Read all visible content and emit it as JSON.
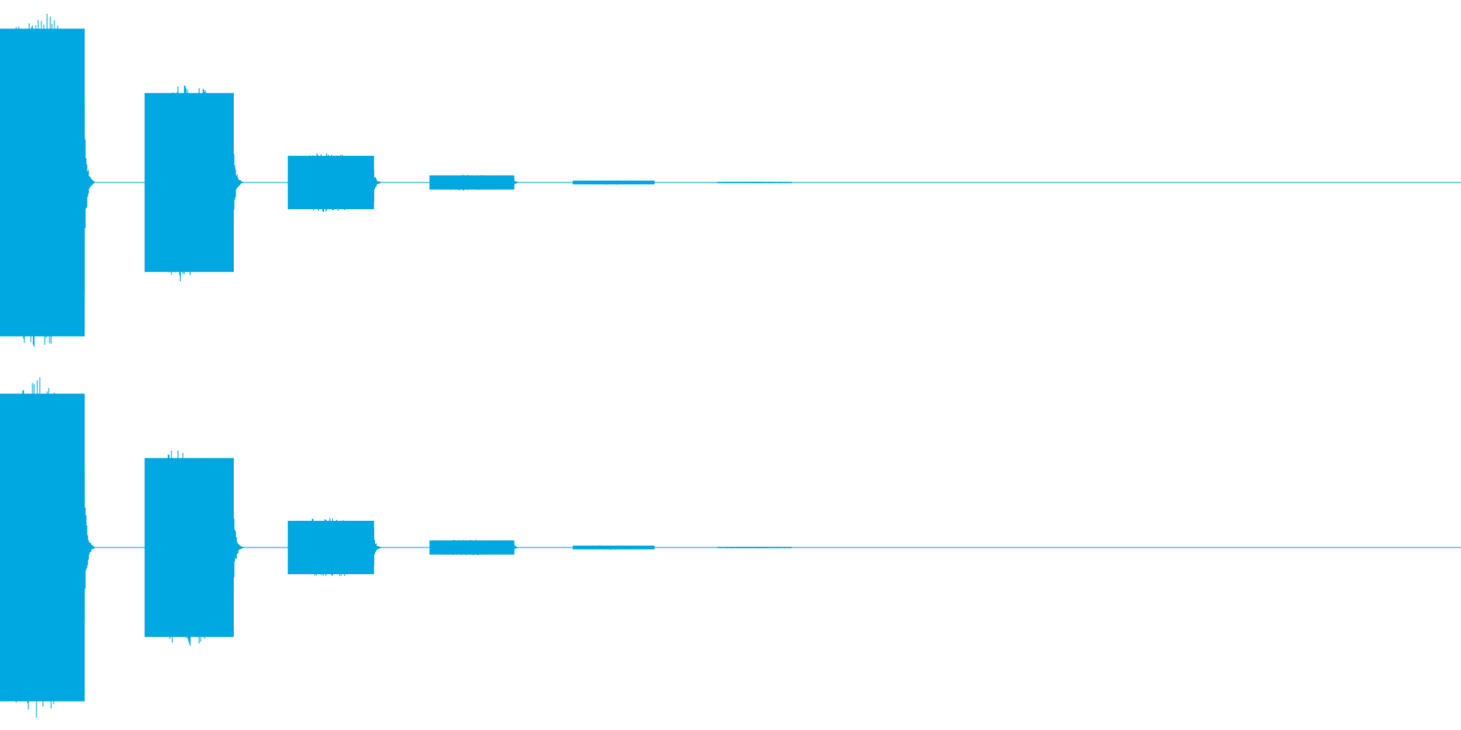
{
  "waveform": {
    "color": "#00a8e1",
    "background": "#ffffff",
    "channels": [
      {
        "name": "left"
      },
      {
        "name": "right"
      }
    ],
    "bursts": [
      {
        "start": 0.0,
        "end": 0.058,
        "peak": 0.98
      },
      {
        "start": 0.099,
        "end": 0.16,
        "peak": 0.57
      },
      {
        "start": 0.197,
        "end": 0.256,
        "peak": 0.17
      },
      {
        "start": 0.294,
        "end": 0.352,
        "peak": 0.045
      },
      {
        "start": 0.392,
        "end": 0.448,
        "peak": 0.012
      },
      {
        "start": 0.491,
        "end": 0.542,
        "peak": 0.004
      }
    ]
  }
}
